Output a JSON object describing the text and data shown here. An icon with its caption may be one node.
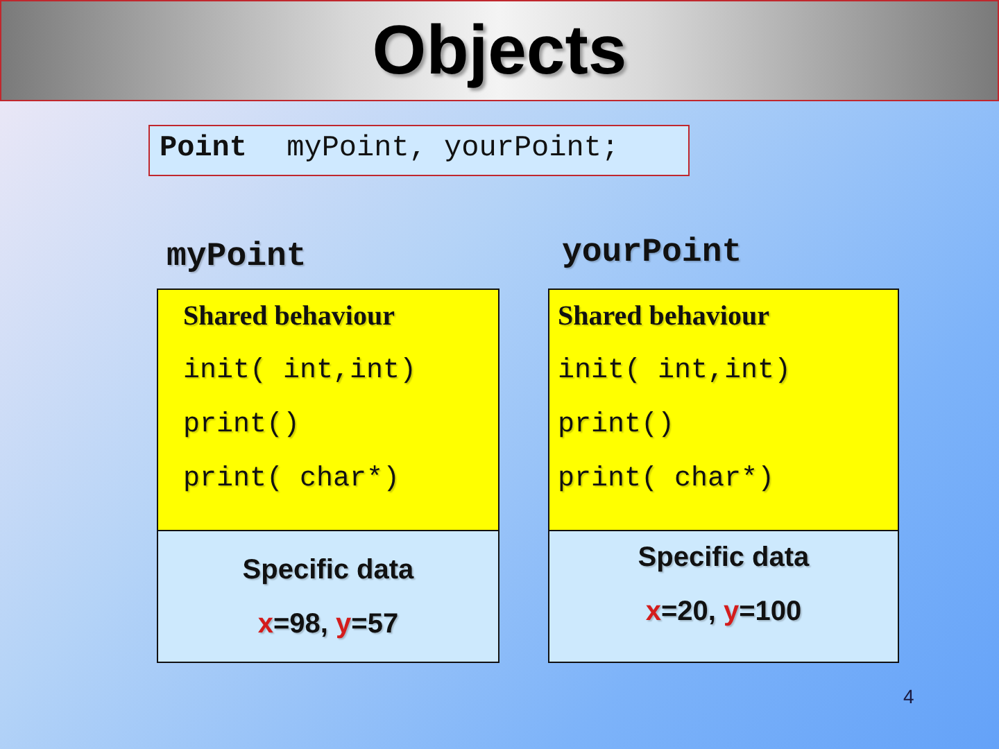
{
  "diagram": {
    "title": "Objects",
    "nodes": [
      {
        "text": [
          "**Point** myPoint, yourPoint;"
        ]
      },
      {
        "text": [
          "myPoint"
        ]
      },
      {
        "text": [
          "Shared behaviour",
          "init( int,int)",
          "print()",
          "print( char*)"
        ],
        "in": 1
      },
      {
        "text": [
          "Specific data",
          "x=98, y=57"
        ],
        "in": 1
      },
      {
        "text": [
          "yourPoint"
        ]
      },
      {
        "text": [
          "Shared behaviour",
          "init( int,int)",
          "print()",
          "print( char*)"
        ],
        "in": 4
      },
      {
        "text": [
          "Specific data",
          "x=20, y=100"
        ],
        "in": 4
      }
    ],
    "edges": [],
    "labels": [
      "4"
    ]
  }
}
